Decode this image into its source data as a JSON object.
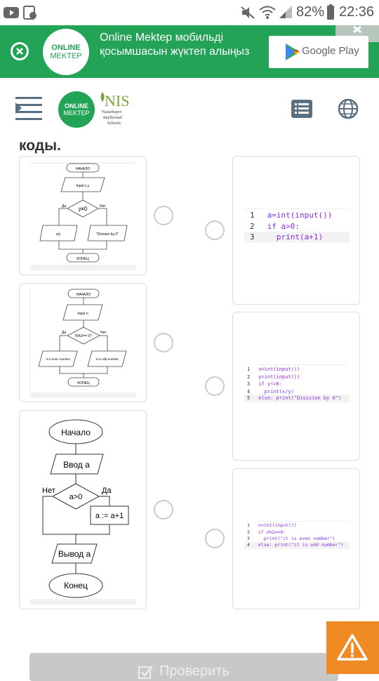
{
  "status_bar": {
    "battery": "82%",
    "time": "22:36"
  },
  "banner": {
    "logo_line1": "ONLINE",
    "logo_line2": "MEKTEP",
    "message": "Online Mektep мобильді қосымшасын жүктеп алыңыз",
    "store_button": "Google Play"
  },
  "header": {
    "logo_line1": "ONLINE",
    "logo_line2": "MEKTEP",
    "nis_mark": "NIS",
    "nis_lines": [
      "Nazarbayev",
      "Intellectual",
      "Schools"
    ]
  },
  "question": {
    "text_tail": "коды."
  },
  "flowcharts": {
    "one": {
      "start": "НАЧАЛО",
      "input": "Input x,y",
      "cond": "y≠0",
      "yes": "Да",
      "no": "Нет",
      "left": "x/y",
      "right": "\"Division by 0\"",
      "end": "КОНЕЦ"
    },
    "two": {
      "start": "НАЧАЛО",
      "input": "Input n",
      "cond": "N%2== 0?",
      "yes": "Да",
      "no": "Нет",
      "left": "it is even number",
      "right": "it is odd number",
      "end": "КОНЕЦ"
    },
    "three": {
      "start": "Начало",
      "input": "Ввод а",
      "cond": "a>0",
      "no": "Нет",
      "yes": "Да",
      "assign": "a := a+1",
      "output": "Вывод а",
      "end": "Конец"
    }
  },
  "code_blocks": {
    "one": {
      "lines": [
        {
          "n": "1",
          "t": "a=int(input())"
        },
        {
          "n": "2",
          "t": "if a>0:"
        },
        {
          "n": "3",
          "t": "  print(a+1)"
        }
      ]
    },
    "two": {
      "lines": [
        {
          "n": "1",
          "t": "x=int(input())"
        },
        {
          "n": "2",
          "t": "y=int(input())"
        },
        {
          "n": "3",
          "t": "if y!=0:"
        },
        {
          "n": "4",
          "t": "  print(x/y)"
        },
        {
          "n": "5",
          "t": "else: print(\"Division by 0\")"
        }
      ]
    },
    "three": {
      "lines": [
        {
          "n": "1",
          "t": "n=int(input())"
        },
        {
          "n": "2",
          "t": "if n%2==0:"
        },
        {
          "n": "3",
          "t": "  print(\"it is even number\")"
        },
        {
          "n": "4",
          "t": "else: print(\"it is odd number\")"
        }
      ]
    }
  },
  "submit_label": "Проверить",
  "colors": {
    "brand_green": "#22a355",
    "warning_orange": "#f08a24",
    "code_keyword": "#8a2be2"
  }
}
